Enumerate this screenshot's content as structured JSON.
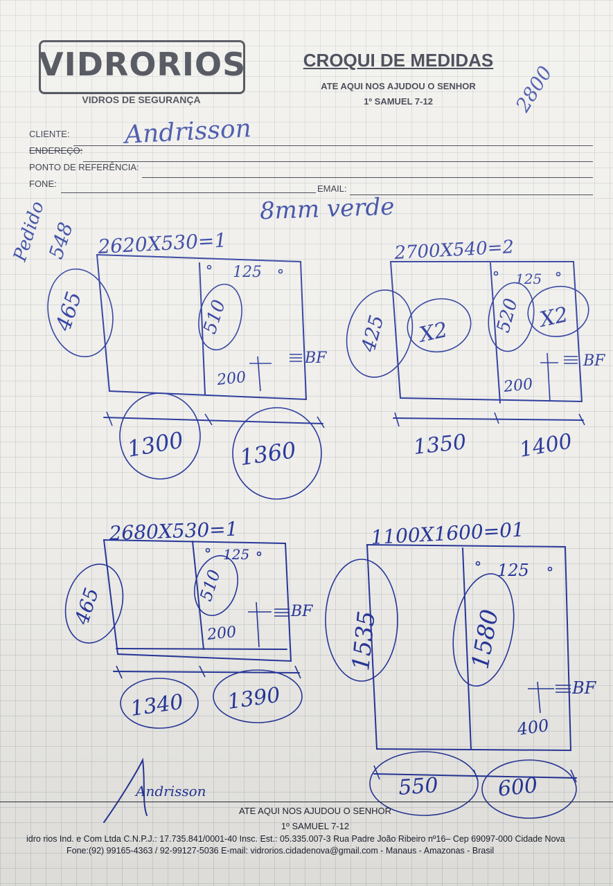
{
  "header": {
    "logo": "VIDRORIOS",
    "logo_subtitle": "VIDROS DE SEGURANÇA",
    "title": "CROQUI DE MEDIDAS",
    "verse_line1": "ATE AQUI NOS AJUDOU O SENHOR",
    "verse_line2": "1º SAMUEL 7-12",
    "handwritten_total": "2800"
  },
  "form": {
    "cliente_label": "CLIENTE:",
    "cliente_value": "Andrisson",
    "endereco_label": "ENDEREÇO:",
    "referencia_label": "PONTO DE REFERÊNCIA:",
    "fone_label": "FONE:",
    "email_label": "EMAIL:"
  },
  "notes": {
    "glass_spec": "8mm verde",
    "margin_note_line1": "Pedido",
    "margin_note_line2": "548"
  },
  "sketches": [
    {
      "header": "2620X530=1",
      "left_height": "465",
      "right_height": "510",
      "hole_offset": "125",
      "lock_height": "200",
      "hardware": "BF",
      "widths": [
        "1300",
        "1360"
      ]
    },
    {
      "header": "2700X540=2",
      "left_height": "425",
      "left_qty": "X2",
      "right_height": "520",
      "right_qty": "X2",
      "hole_offset": "125",
      "lock_height": "200",
      "hardware": "BF",
      "widths": [
        "1350",
        "1400"
      ]
    },
    {
      "header": "2680X530=1",
      "left_height": "465",
      "right_height": "510",
      "hole_offset": "125",
      "lock_height": "200",
      "hardware": "BF",
      "widths": [
        "1340",
        "1390"
      ]
    },
    {
      "header": "1100X1600=01",
      "left_height": "1535",
      "right_height": "1580",
      "hole_offset": "125",
      "lock_height": "400",
      "hardware": "BF",
      "widths": [
        "550",
        "600"
      ]
    }
  ],
  "signature": "Andrisson",
  "footer": {
    "verse_line1": "ATE AQUI NOS AJUDOU O SENHOR",
    "verse_line2": "1º SAMUEL 7-12",
    "company_line": "idro rios Ind. e Com Ltda C.N.P.J.: 17.735.841/0001-40 Insc. Est.: 05.335.007-3 Rua Padre João Ribeiro nº16– Cep 69097-000 Cidade Nova",
    "contact_line": "Fone:(92) 99165-4363 / 92-99127-5036 E-mail: vidrorios.cidadenova@gmail.com - Manaus - Amazonas - Brasil"
  },
  "colors": {
    "ink": "#27379a",
    "print": "#1e2130",
    "paper": "#efeeea"
  }
}
